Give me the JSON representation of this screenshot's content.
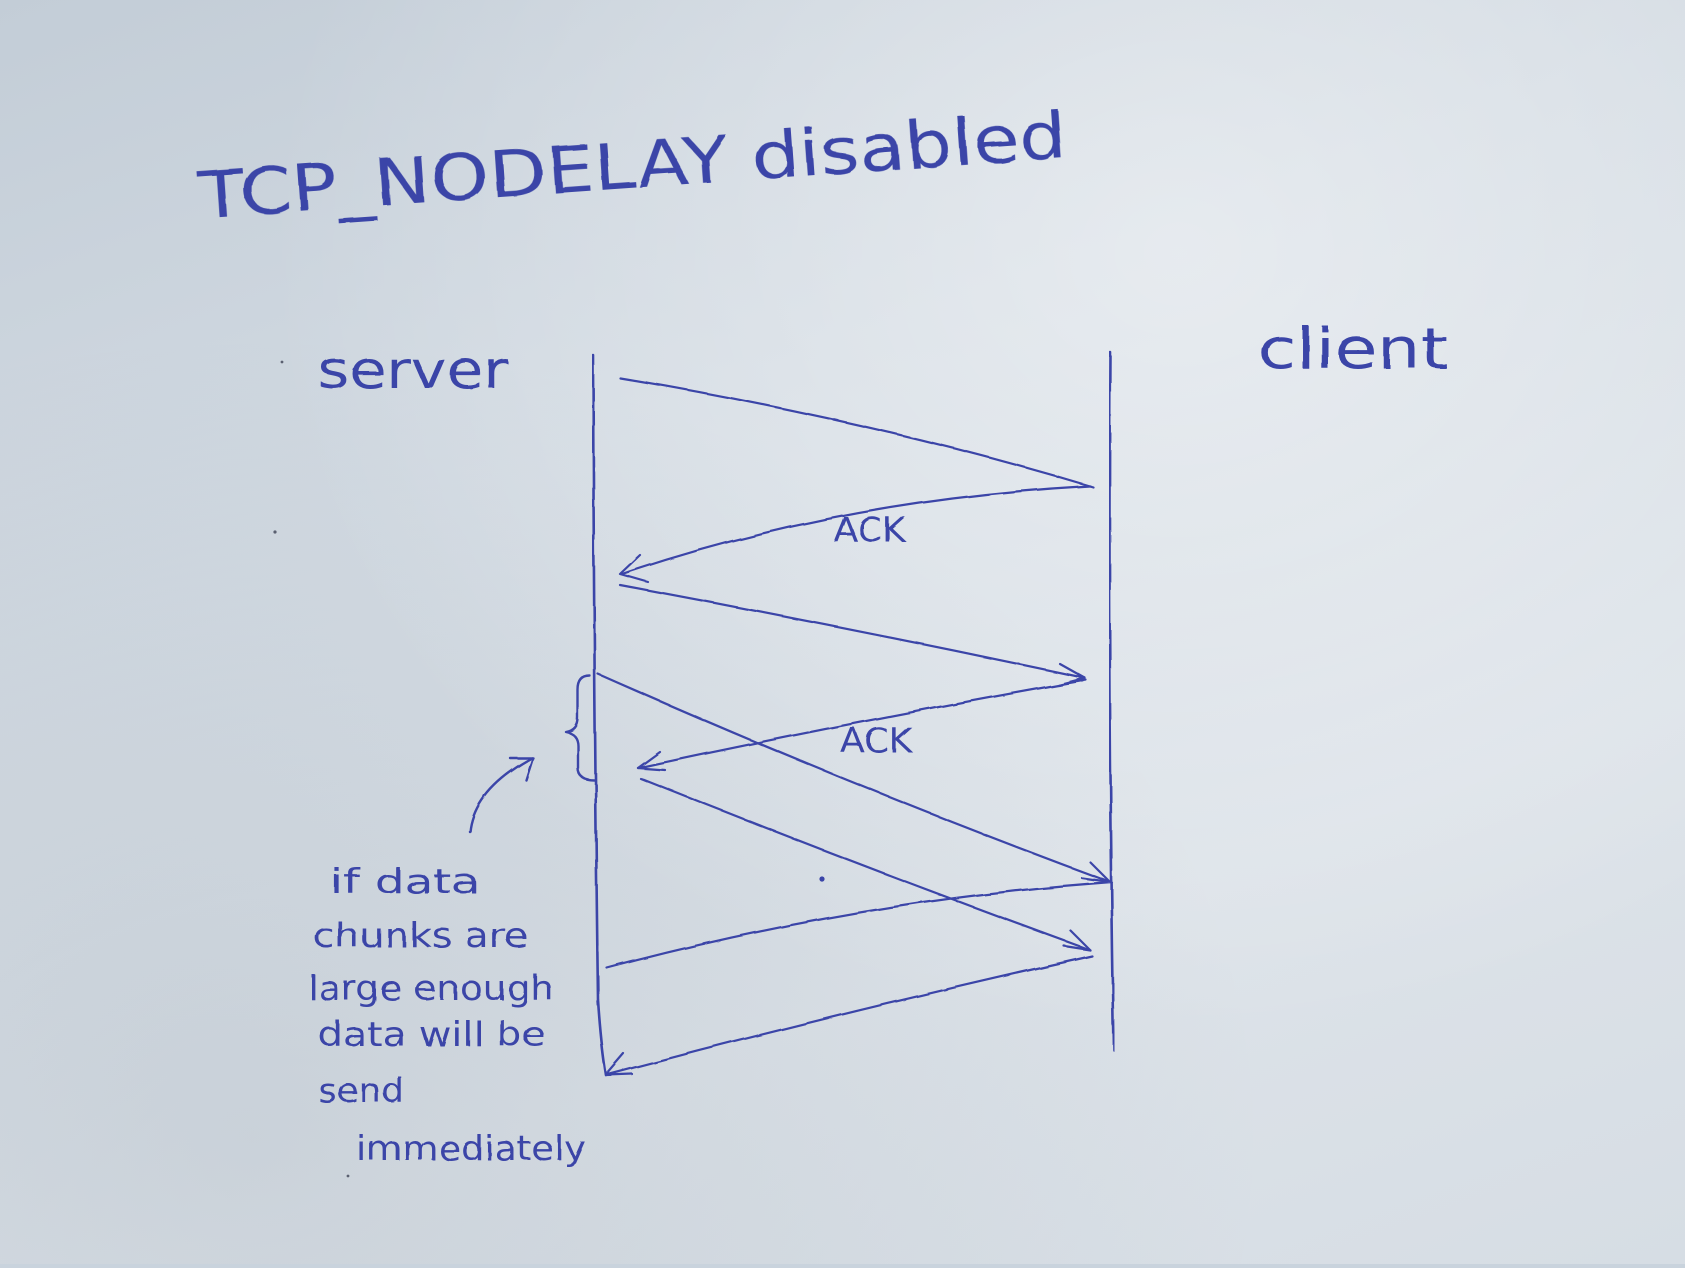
{
  "title": "TCP_NODELAY disabled",
  "participants": {
    "left": "server",
    "right": "client"
  },
  "messages": [
    {
      "from": "server",
      "to": "client",
      "label": ""
    },
    {
      "from": "client",
      "to": "server",
      "label": "ACK"
    },
    {
      "from": "server",
      "to": "client",
      "label": ""
    },
    {
      "from": "client",
      "to": "server",
      "label": "ACK"
    },
    {
      "from": "server",
      "to": "client",
      "label": ""
    },
    {
      "from": "server",
      "to": "client",
      "label": ""
    },
    {
      "from": "server",
      "to": "client",
      "label": ""
    },
    {
      "from": "client",
      "to": "server",
      "label": ""
    }
  ],
  "note": {
    "lines": [
      "if data",
      "chunks are",
      "large enough",
      "data will be",
      "send",
      "immediately"
    ]
  },
  "colors": {
    "ink": "#3a44a8",
    "board": "#d2dae2"
  }
}
